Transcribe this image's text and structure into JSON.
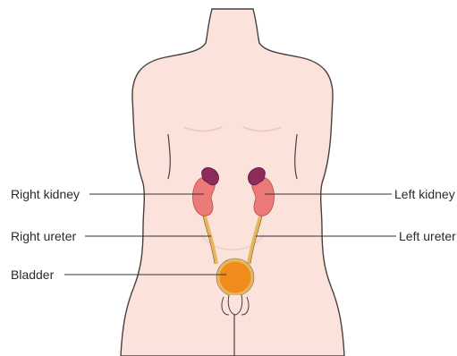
{
  "labels": {
    "right_kidney": "Right kidney",
    "right_ureter": "Right ureter",
    "bladder": "Bladder",
    "left_kidney": "Left kidney",
    "left_ureter": "Left ureter"
  },
  "colors": {
    "skin": "#fbe3dc",
    "outline": "#4a3f3f",
    "kidney": "#ec7a78",
    "adrenal": "#8e2a5c",
    "ureter": "#e7b65a",
    "bladder": "#f08c1c",
    "leader_line": "#333333"
  }
}
